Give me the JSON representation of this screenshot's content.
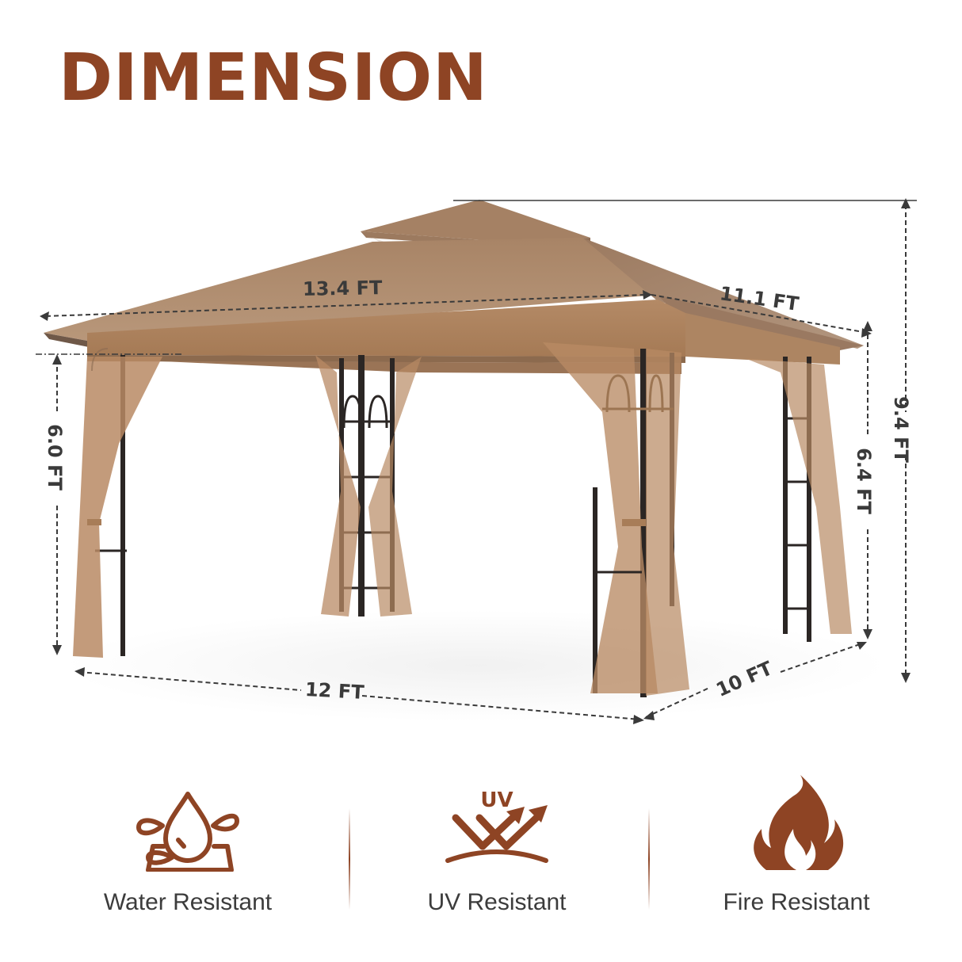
{
  "header": {
    "title": "DIMENSION"
  },
  "dimensions": {
    "roof_length": "13.4 FT",
    "roof_width": "11.1 FT",
    "total_height": "9.4 FT",
    "right_eave_height": "6.4 FT",
    "left_eave_height": "6.0 FT",
    "base_length": "12 FT",
    "base_width": "10 FT"
  },
  "product": {
    "name": "double-roof gazebo with mesh netting",
    "canopy_color": "#a98567",
    "netting_color": "#b88a64",
    "frame_color": "#2b2624"
  },
  "features": [
    {
      "label": "Water Resistant",
      "icon": "water-drop-icon"
    },
    {
      "label": "UV Resistant",
      "icon": "uv-reflect-icon",
      "icon_text": "UV"
    },
    {
      "label": "Fire Resistant",
      "icon": "flame-icon"
    }
  ],
  "colors": {
    "accent": "#8e4424",
    "text": "#3c3c3c",
    "dim_line": "#3a3a3a"
  }
}
